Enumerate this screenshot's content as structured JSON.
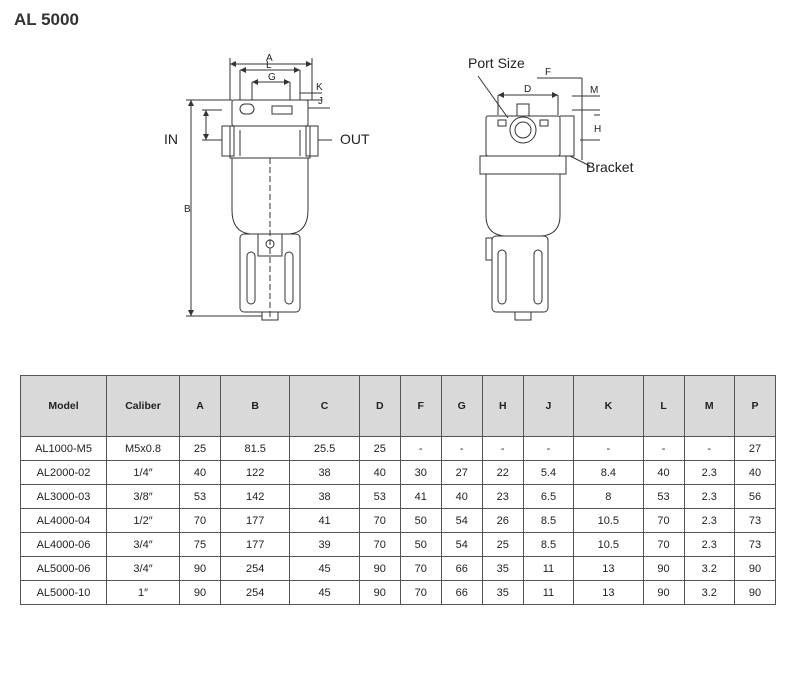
{
  "title": "AL 5000",
  "drawing": {
    "left_view": {
      "dims": [
        "A",
        "L",
        "G",
        "K",
        "J",
        "B"
      ],
      "in_label": "IN",
      "out_label": "OUT"
    },
    "right_view": {
      "port_size_label": "Port Size",
      "bracket_label": "Bracket",
      "dims": [
        "F",
        "D",
        "M",
        "H"
      ]
    }
  },
  "table": {
    "headers": [
      "Model",
      "Caliber",
      "A",
      "B",
      "C",
      "D",
      "F",
      "G",
      "H",
      "J",
      "K",
      "L",
      "M",
      "P"
    ],
    "rows": [
      [
        "AL1000-M5",
        "M5x0.8",
        "25",
        "81.5",
        "25.5",
        "25",
        "-",
        "-",
        "-",
        "-",
        "-",
        "-",
        "-",
        "27"
      ],
      [
        "AL2000-02",
        "1/4″",
        "40",
        "122",
        "38",
        "40",
        "30",
        "27",
        "22",
        "5.4",
        "8.4",
        "40",
        "2.3",
        "40"
      ],
      [
        "AL3000-03",
        "3/8″",
        "53",
        "142",
        "38",
        "53",
        "41",
        "40",
        "23",
        "6.5",
        "8",
        "53",
        "2.3",
        "56"
      ],
      [
        "AL4000-04",
        "1/2″",
        "70",
        "177",
        "41",
        "70",
        "50",
        "54",
        "26",
        "8.5",
        "10.5",
        "70",
        "2.3",
        "73"
      ],
      [
        "AL4000-06",
        "3/4″",
        "75",
        "177",
        "39",
        "70",
        "50",
        "54",
        "25",
        "8.5",
        "10.5",
        "70",
        "2.3",
        "73"
      ],
      [
        "AL5000-06",
        "3/4″",
        "90",
        "254",
        "45",
        "90",
        "70",
        "66",
        "35",
        "11",
        "13",
        "90",
        "3.2",
        "90"
      ],
      [
        "AL5000-10",
        "1″",
        "90",
        "254",
        "45",
        "90",
        "70",
        "66",
        "35",
        "11",
        "13",
        "90",
        "3.2",
        "90"
      ]
    ]
  }
}
